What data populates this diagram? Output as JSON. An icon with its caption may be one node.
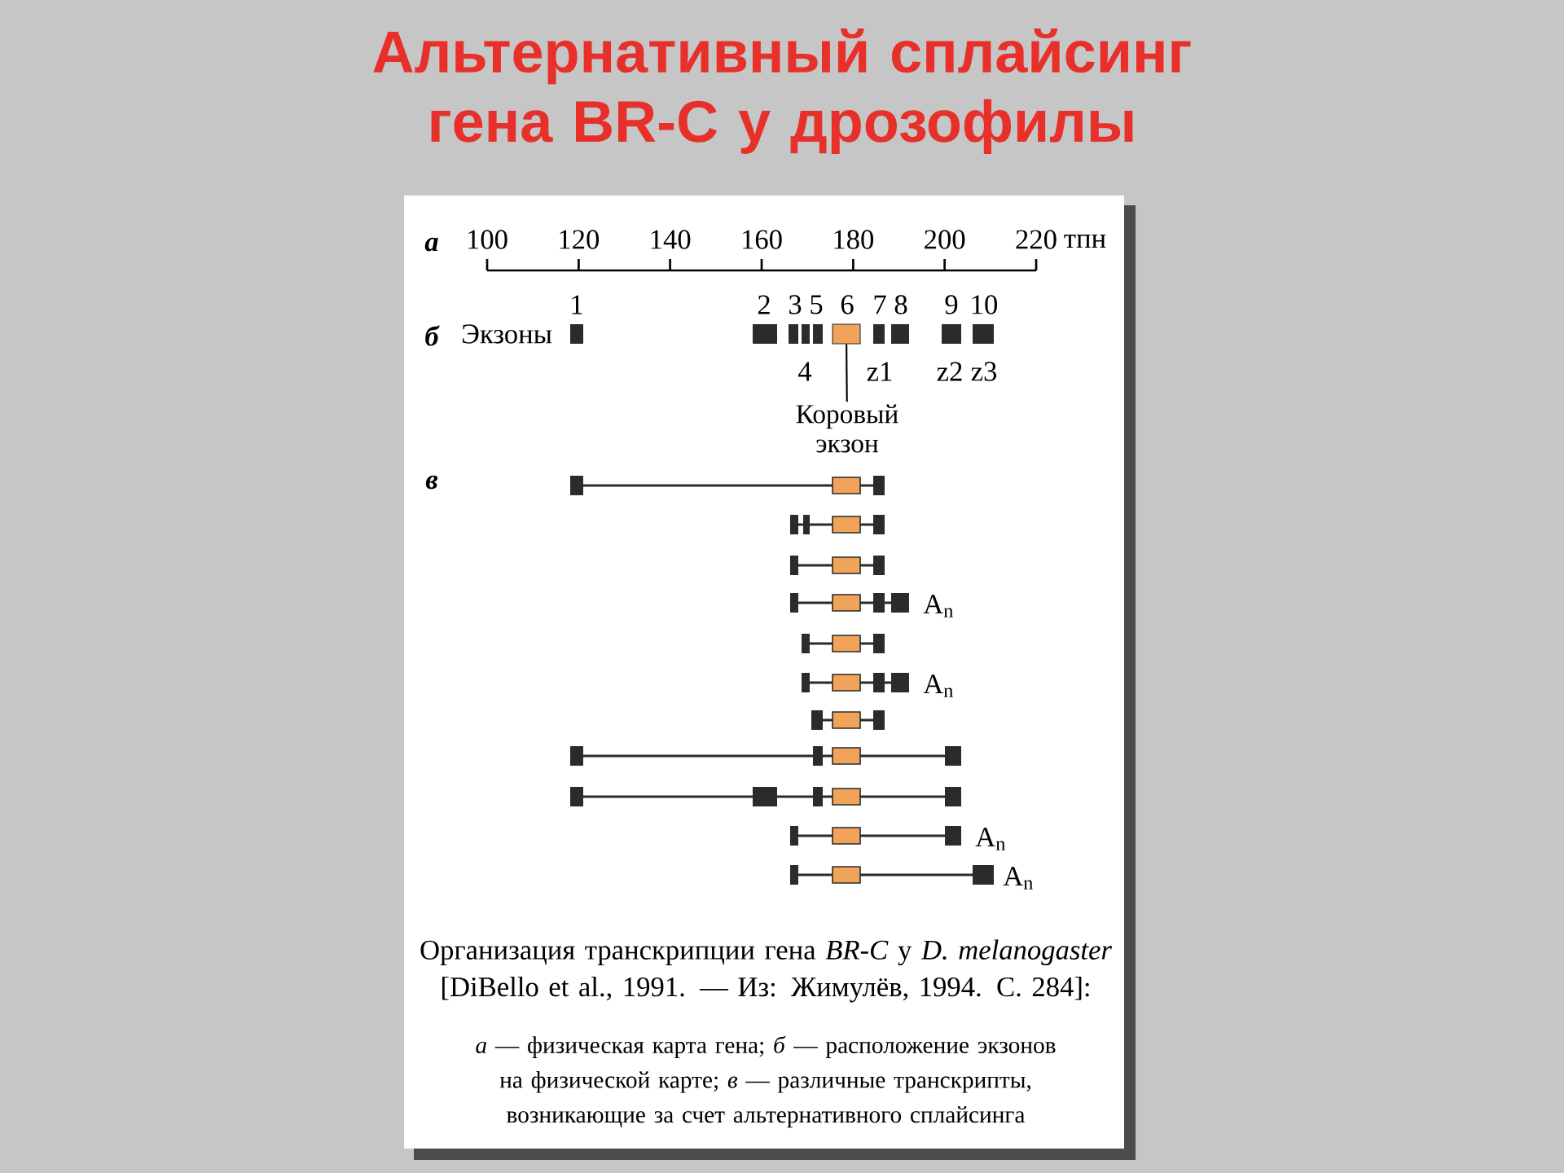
{
  "diagram": {
    "title": "Альтернативный сплайсинг гена BR-C у дрозофилы",
    "caption": "Организация транскрипции гена *BR-C* у *D. melanogaster* [DiBello et al., 1991. — Из: Жимулёв, 1994. С. 284]:",
    "nodes": [
      {
        "text": [
          "Коровый экзон"
        ]
      },
      {
        "text": [],
        "shape": "box"
      }
    ],
    "edges": [
      {
        "from": 0,
        "to": 1,
        "arrow": "none"
      }
    ],
    "labels": [
      "а",
      "100",
      "120",
      "140",
      "160",
      "180",
      "200",
      "220",
      "тпн",
      "б",
      "Экзоны",
      "1",
      "2",
      "3",
      "5",
      "6",
      "7",
      "8",
      "9",
      "10",
      "4",
      "z1",
      "z2",
      "z3",
      "в",
      "A$_{n}$",
      "A$_{n}$",
      "A$_{n}$",
      "A$_{n}$",
      "*а* — физическая карта гена; *б* — расположение экзонов на физической карте; *в* — различные транскрипты, возникающие за счет альтернативного сплайсинга"
    ]
  }
}
